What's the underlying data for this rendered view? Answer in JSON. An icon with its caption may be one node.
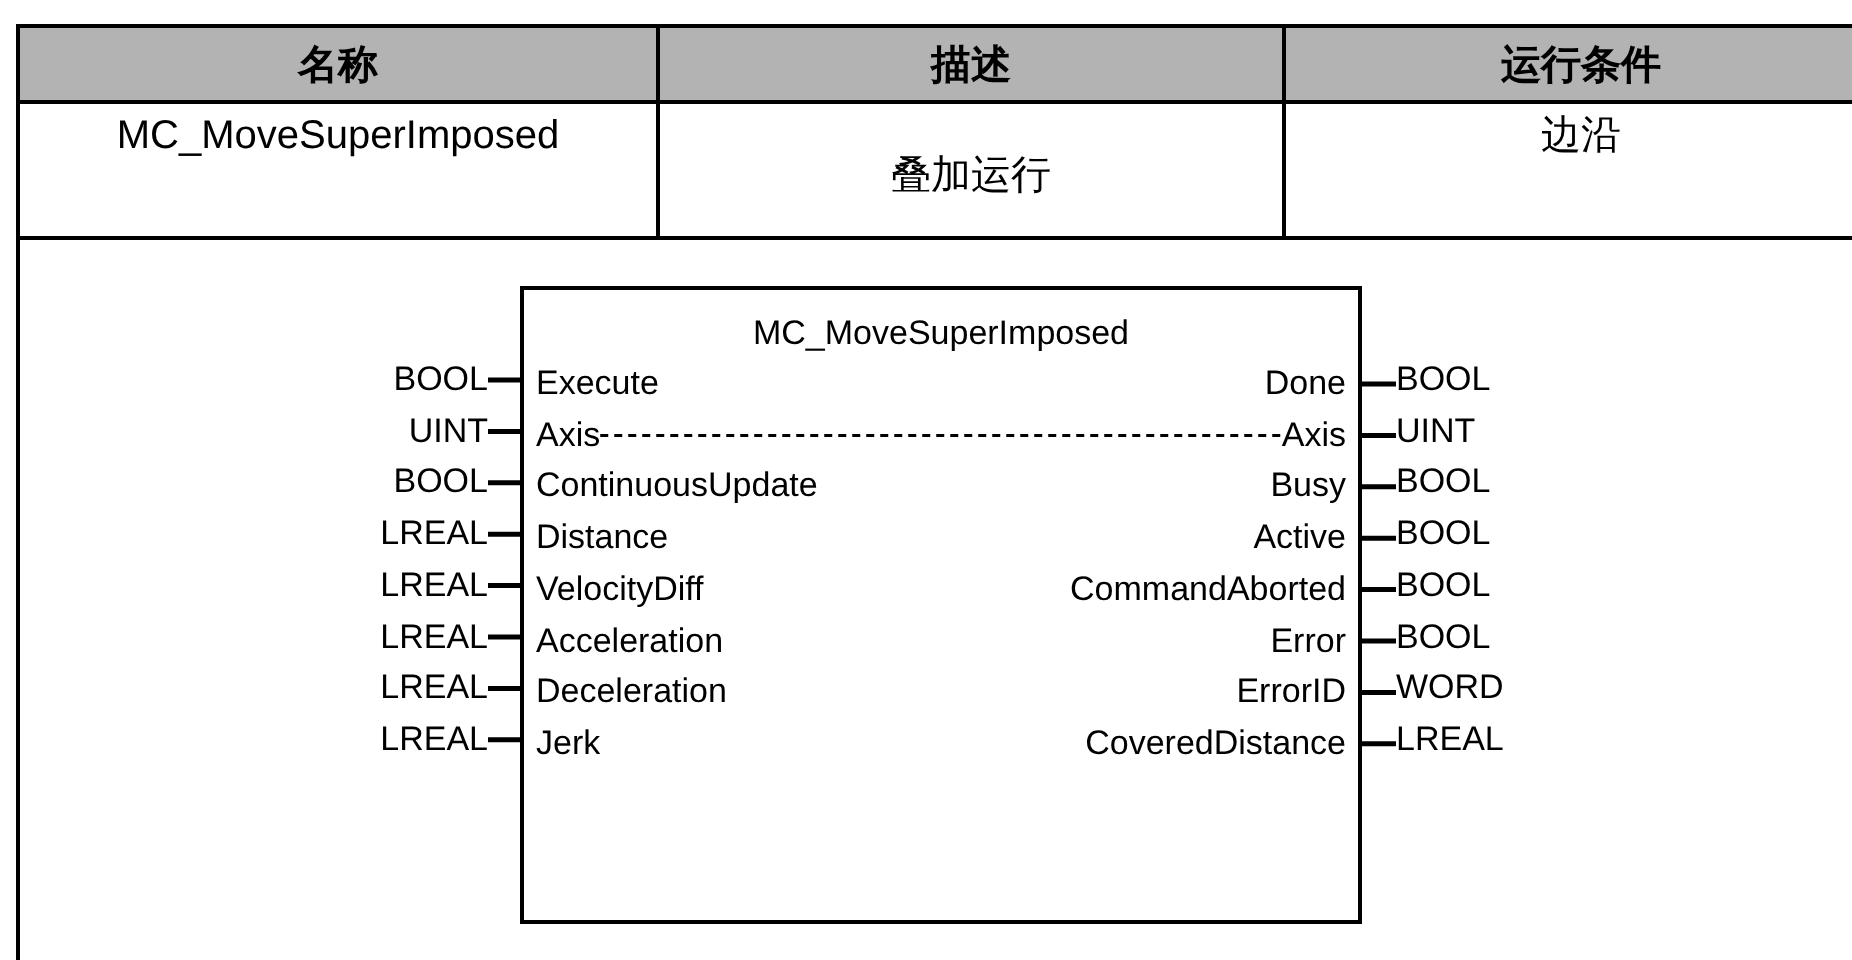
{
  "diagram": {
    "nodes": [
      {
        "text": [
          "MC_MoveSuperImposed"
        ]
      },
      {
        "text": [
          "BOOL"
        ]
      },
      {
        "text": [
          "Execute"
        ],
        "in": 0
      },
      {
        "text": [
          "Done"
        ],
        "in": 0
      },
      {
        "text": [
          "BOOL"
        ]
      },
      {
        "text": [
          "UINT"
        ]
      },
      {
        "text": [
          "Axis"
        ],
        "in": 0
      },
      {
        "text": [
          "Axis"
        ],
        "in": 0
      },
      {
        "text": [
          "UINT"
        ]
      },
      {
        "text": [
          "BOOL"
        ]
      },
      {
        "text": [
          "ContinuousUpdate"
        ],
        "in": 0
      },
      {
        "text": [
          "Busy"
        ],
        "in": 0
      },
      {
        "text": [
          "BOOL"
        ]
      },
      {
        "text": [
          "LREAL"
        ]
      },
      {
        "text": [
          "Distance"
        ],
        "in": 0
      },
      {
        "text": [
          "Active"
        ],
        "in": 0
      },
      {
        "text": [
          "BOOL"
        ]
      },
      {
        "text": [
          "LREAL"
        ]
      },
      {
        "text": [
          "VelocityDiff"
        ],
        "in": 0
      },
      {
        "text": [
          "CommandAborted"
        ],
        "in": 0
      },
      {
        "text": [
          "BOOL"
        ]
      },
      {
        "text": [
          "LREAL"
        ]
      },
      {
        "text": [
          "Acceleration"
        ],
        "in": 0
      },
      {
        "text": [
          "Error"
        ],
        "in": 0
      },
      {
        "text": [
          "BOOL"
        ]
      },
      {
        "text": [
          "LREAL"
        ]
      },
      {
        "text": [
          "Deceleration"
        ],
        "in": 0
      },
      {
        "text": [
          "ErrorID"
        ],
        "in": 0
      },
      {
        "text": [
          "WORD"
        ]
      },
      {
        "text": [
          "LREAL"
        ]
      },
      {
        "text": [
          "Jerk"
        ],
        "in": 0
      },
      {
        "text": [
          "CoveredDistance"
        ],
        "in": 0
      },
      {
        "text": [
          "LREAL"
        ]
      }
    ],
    "edges": [
      {
        "from": 1,
        "to": 2,
        "arrow": "none"
      },
      {
        "from": 3,
        "to": 4,
        "arrow": "none"
      },
      {
        "from": 5,
        "to": 6,
        "arrow": "none"
      },
      {
        "from": 7,
        "to": 8,
        "arrow": "none"
      },
      {
        "from": 6,
        "to": 7,
        "arrow": "none",
        "style": "dashed"
      },
      {
        "from": 9,
        "to": 10,
        "arrow": "none"
      },
      {
        "from": 11,
        "to": 12,
        "arrow": "none"
      },
      {
        "from": 13,
        "to": 14,
        "arrow": "none"
      },
      {
        "from": 15,
        "to": 16,
        "arrow": "none"
      },
      {
        "from": 17,
        "to": 18,
        "arrow": "none"
      },
      {
        "from": 19,
        "to": 20,
        "arrow": "none"
      },
      {
        "from": 21,
        "to": 22,
        "arrow": "none"
      },
      {
        "from": 23,
        "to": 24,
        "arrow": "none"
      },
      {
        "from": 25,
        "to": 26,
        "arrow": "none"
      },
      {
        "from": 27,
        "to": 28,
        "arrow": "none"
      },
      {
        "from": 29,
        "to": 30,
        "arrow": "none"
      },
      {
        "from": 31,
        "to": 32,
        "arrow": "none"
      }
    ],
    "labels": [
      "名称",
      "描述",
      "运行条件",
      "MC_MoveSuperImposed",
      "叠加运行",
      "边沿"
    ]
  }
}
